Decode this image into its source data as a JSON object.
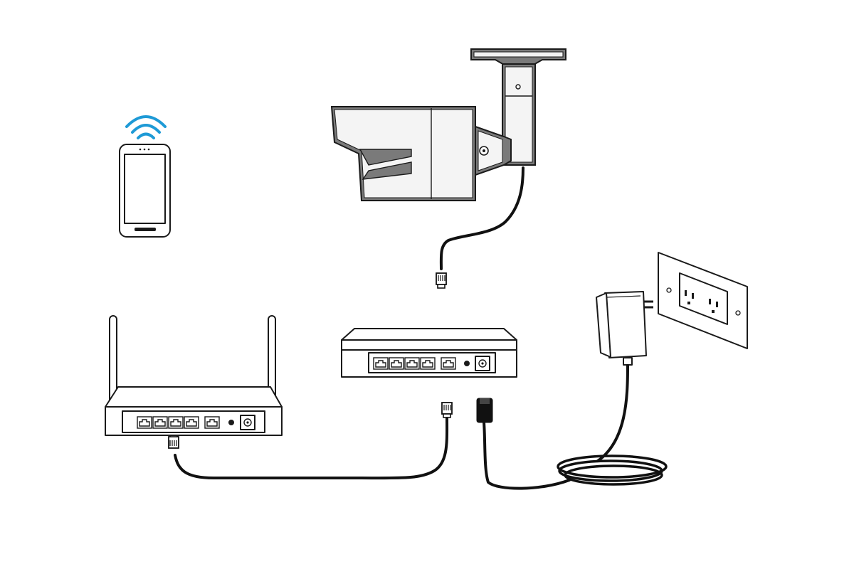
{
  "diagram": {
    "components": [
      {
        "id": "smartphone",
        "icon": "smartphone-icon"
      },
      {
        "id": "wifi-signal",
        "icon": "wifi-icon",
        "color": "#1e9ad6"
      },
      {
        "id": "bullet-camera",
        "icon": "bullet-camera-icon",
        "color": "#7a7a7a"
      },
      {
        "id": "wireless-router",
        "icon": "router-icon",
        "lan_ports": 4,
        "wan_ports": 1
      },
      {
        "id": "poe-switch",
        "icon": "network-switch-icon",
        "lan_ports": 4,
        "uplink_ports": 1
      },
      {
        "id": "power-adapter",
        "icon": "power-adapter-icon"
      },
      {
        "id": "wall-outlet",
        "icon": "wall-outlet-icon",
        "receptacles": 2
      }
    ],
    "connections": [
      {
        "from": "bullet-camera",
        "to": "poe-switch",
        "type": "ethernet-cable"
      },
      {
        "from": "wireless-router",
        "to": "poe-switch",
        "type": "ethernet-cable"
      },
      {
        "from": "power-adapter",
        "to": "poe-switch",
        "type": "dc-power-cable"
      },
      {
        "from": "power-adapter",
        "to": "wall-outlet",
        "type": "plug"
      },
      {
        "from": "wireless-router",
        "to": "smartphone",
        "type": "wifi"
      }
    ],
    "colors": {
      "line": "#1a1a1a",
      "wifi": "#1e9ad6",
      "camera_body": "#7a7a7a",
      "background": "#ffffff"
    }
  }
}
